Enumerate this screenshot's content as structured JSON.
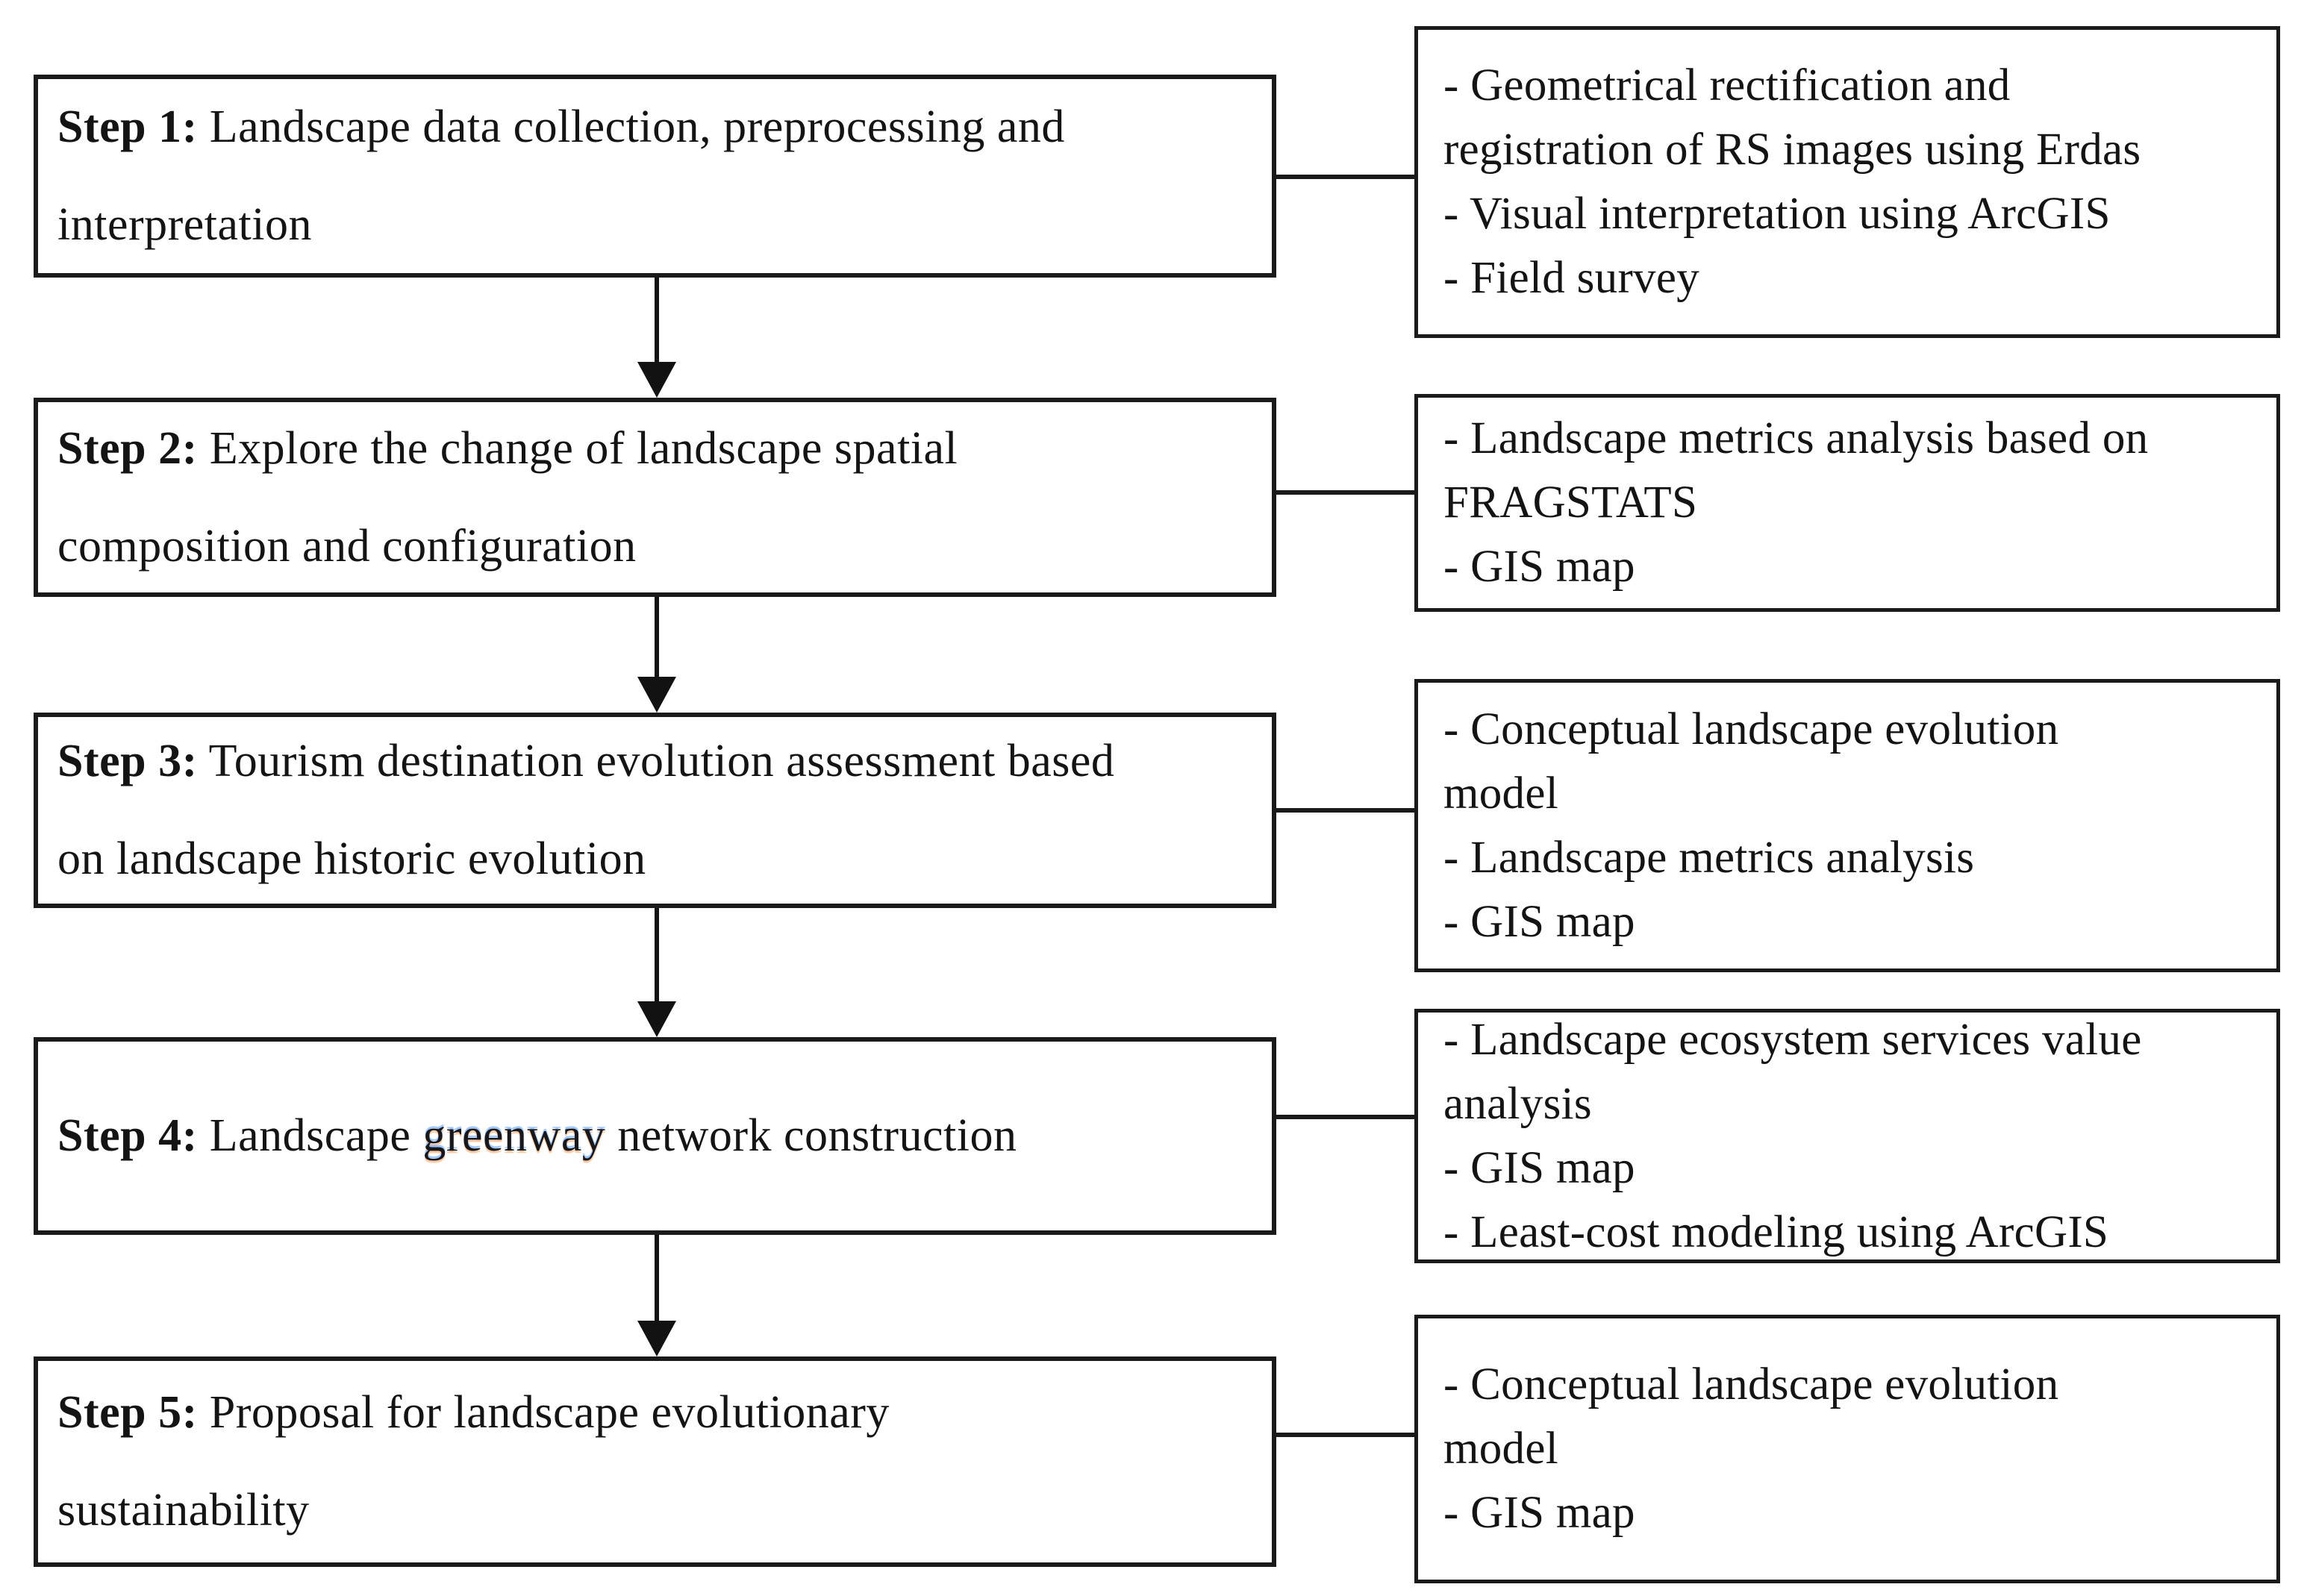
{
  "figure": {
    "type": "flowchart",
    "description": "Five-step methodology flowchart; each step box on the left links to a methods box on the right",
    "colors": {
      "ink": "#1a1a1a",
      "background": "#ffffff",
      "highlight_fringe_top": "#4691ff",
      "highlight_fringe_bottom": "#ff8228"
    }
  },
  "steps": [
    {
      "label": "Step 1:",
      "pre": " Landscape data collection, preprocessing and",
      "hl": "",
      "post": "",
      "line2": "interpretation",
      "methods": [
        "- Geometrical rectification and",
        "registration of RS images using Erdas",
        "- Visual interpretation using ArcGIS",
        "- Field survey"
      ]
    },
    {
      "label": "Step 2:",
      "pre": " Explore the change of landscape spatial",
      "hl": "",
      "post": "",
      "line2": "composition and configuration",
      "methods": [
        "- Landscape metrics analysis based on",
        "FRAGSTATS",
        "- GIS map"
      ]
    },
    {
      "label": "Step 3:",
      "pre": " Tourism destination evolution assessment based",
      "hl": "",
      "post": "",
      "line2": "on landscape historic evolution",
      "methods": [
        "- Conceptual landscape evolution",
        "model",
        "- Landscape metrics analysis",
        "- GIS map"
      ]
    },
    {
      "label": "Step 4:",
      "pre": " Landscape ",
      "hl": "greenway",
      "post": " network construction",
      "line2": "",
      "methods": [
        "- Landscape ecosystem services value",
        "analysis",
        "- GIS map",
        "- Least-cost modeling using ArcGIS"
      ]
    },
    {
      "label": "Step 5:",
      "pre": " Proposal for landscape evolutionary",
      "hl": "",
      "post": "",
      "line2": "sustainability",
      "methods": [
        "- Conceptual landscape evolution",
        "model",
        "- GIS map"
      ]
    }
  ]
}
